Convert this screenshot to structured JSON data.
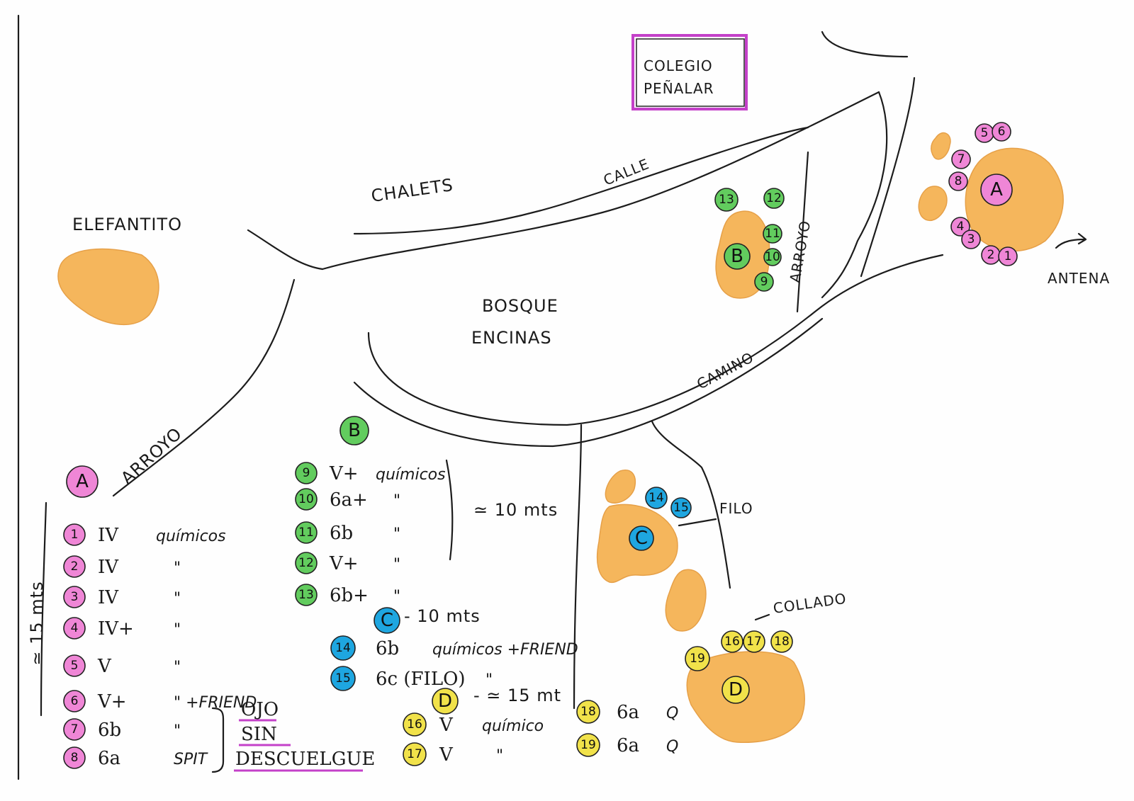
{
  "places": {
    "colegio_line1": "COLEGIO",
    "colegio_line2": "PEÑALAR",
    "chalets": "CHALETS",
    "calle": "CALLE",
    "elefantito": "ELEFANTITO",
    "bosque_line1": "BOSQUE",
    "bosque_line2": "ENCINAS",
    "camino": "CAMINO",
    "arroyo_top": "ARROYO",
    "arroyo_left": "ARROYO",
    "antena": "ANTENA",
    "filo": "FILO",
    "collado": "COLLADO",
    "dist_10": "≃ 10 mts"
  },
  "colors": {
    "A": "#ef86d6",
    "B": "#62cc5e",
    "C": "#1ea6e0",
    "D": "#f1e24a",
    "boulder": "#f5b65c",
    "frame": "#c441c9"
  },
  "map_badges": {
    "A": "A",
    "B": "B",
    "C": "C",
    "D": "D",
    "r1": "1",
    "r2": "2",
    "r3": "3",
    "r4": "4",
    "r5": "5",
    "r6": "6",
    "r7": "7",
    "r8": "8",
    "r9": "9",
    "r10": "10",
    "r11": "11",
    "r12": "12",
    "r13": "13",
    "r14": "14",
    "r15": "15",
    "r16": "16",
    "r17": "17",
    "r18": "18",
    "r19": "19"
  },
  "sector_A": {
    "letter": "A",
    "height": "≃ 15 mts",
    "routes": [
      {
        "num": "1",
        "grade": "IV",
        "note": "químicos"
      },
      {
        "num": "2",
        "grade": "IV",
        "note": "\""
      },
      {
        "num": "3",
        "grade": "IV",
        "note": "\""
      },
      {
        "num": "4",
        "grade": "IV+",
        "note": "\""
      },
      {
        "num": "5",
        "grade": "V",
        "note": "\""
      },
      {
        "num": "6",
        "grade": "V+",
        "note": "\"  +FRIEND"
      },
      {
        "num": "7",
        "grade": "6b",
        "note": "\""
      },
      {
        "num": "8",
        "grade": "6a",
        "note": "SPIT"
      }
    ],
    "warning": [
      "OJO",
      "SIN",
      "DESCUELGUE"
    ]
  },
  "sector_B": {
    "letter": "B",
    "routes": [
      {
        "num": "9",
        "grade": "V+",
        "note": "químicos"
      },
      {
        "num": "10",
        "grade": "6a+",
        "note": "\""
      },
      {
        "num": "11",
        "grade": "6b",
        "note": "\""
      },
      {
        "num": "12",
        "grade": "V+",
        "note": "\""
      },
      {
        "num": "13",
        "grade": "6b+",
        "note": "\""
      }
    ]
  },
  "sector_C": {
    "letter": "C",
    "height": "- 10 mts",
    "routes": [
      {
        "num": "14",
        "grade": "6b",
        "note": "químicos +FRIEND"
      },
      {
        "num": "15",
        "grade": "6c (FILO)",
        "note": "\""
      }
    ]
  },
  "sector_D": {
    "letter": "D",
    "height": "- ≃ 15 mt",
    "routes": [
      {
        "num": "16",
        "grade": "V",
        "note": "químico"
      },
      {
        "num": "17",
        "grade": "V",
        "note": "\""
      },
      {
        "num": "18",
        "grade": "6a",
        "note": "Q"
      },
      {
        "num": "19",
        "grade": "6a",
        "note": "Q"
      }
    ]
  }
}
